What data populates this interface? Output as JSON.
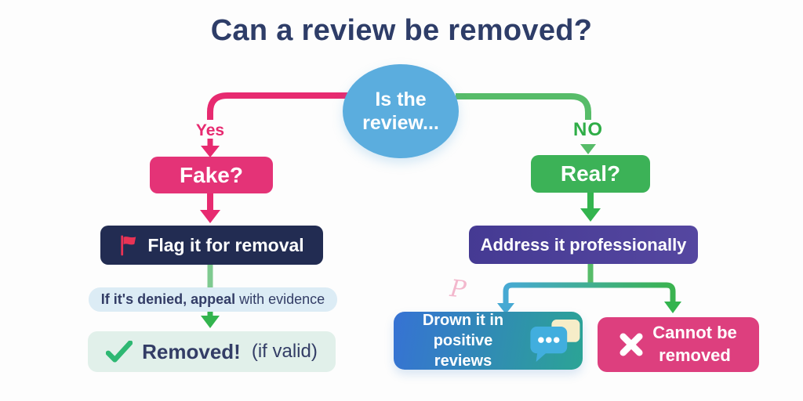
{
  "title": "Can a review be removed?",
  "root": {
    "line1": "Is the",
    "line2": "review..."
  },
  "branches": {
    "yes": {
      "label": "Yes",
      "node_label": "Fake?"
    },
    "no": {
      "label": "NO",
      "node_label": "Real?"
    }
  },
  "left_path": {
    "flag_label": "Flag it for removal",
    "appeal_bold": "If it's denied, appeal",
    "appeal_rest": "with evidence",
    "removed_bold": "Removed!",
    "removed_rest": "(if valid)"
  },
  "right_path": {
    "address_label": "Address it professionally",
    "drown_line1": "Drown it in",
    "drown_line2": "positive reviews",
    "cannot_line1": "Cannot be",
    "cannot_line2": "removed"
  },
  "decorative": {
    "mark": "P"
  },
  "icons": {
    "flag": "flag-icon",
    "check": "check-icon",
    "chat": "chat-bubbles-icon",
    "x": "x-icon"
  },
  "colors": {
    "background": "#fdfdfd",
    "title_navy": "#2e3d68",
    "circle_blue": "#5badde",
    "pink": "#e72a70",
    "fake_pink": "#e43377",
    "cannot_pink": "#dd3f7e",
    "flag_navy": "#222c52",
    "green_line": "#57bc69",
    "green_bright": "#2fad47",
    "green_arrow": "#33b44e",
    "real_green": "#3cb257",
    "soft_green": "#7fca90",
    "check_green": "#2eb873",
    "appeal_bg": "#dcecf5",
    "removed_bg": "#e1f0ea",
    "text_navy": "#333d66",
    "purple_left": "#453a93",
    "purple_right": "#5547a0",
    "drown_left": "#3672d4",
    "drown_right": "#2ba495",
    "teal_arrow": "#47a9d3",
    "bubble_front": "#41aede",
    "bubble_back": "#f6edc8",
    "squiggle_pink": "#f3b8cd"
  }
}
